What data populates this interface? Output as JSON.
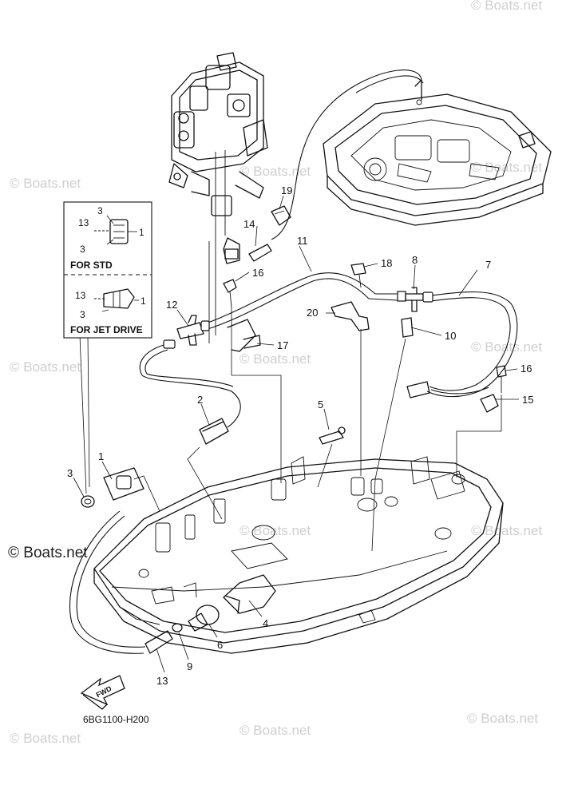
{
  "callouts": {
    "c1": "1",
    "c2": "2",
    "c3": "3",
    "c4": "4",
    "c5": "5",
    "c6": "6",
    "c7": "7",
    "c8": "8",
    "c9": "9",
    "c10": "10",
    "c11": "11",
    "c12": "12",
    "c13": "13",
    "c14": "14",
    "c15": "15",
    "c16a": "16",
    "c16b": "16",
    "c17": "17",
    "c18": "18",
    "c19": "19",
    "c20": "20"
  },
  "inset": {
    "std": {
      "n13": "13",
      "n3a": "3",
      "n3b": "3",
      "n1": "1",
      "title": "FOR STD"
    },
    "jet": {
      "n13": "13",
      "n3": "3",
      "n1": "1",
      "title": "FOR JET DRIVE"
    }
  },
  "fwd_label": "FWD",
  "diagram_code": "6BG1100-H200",
  "watermark": {
    "small": "© Boats.net",
    "large": "© Boats.net"
  }
}
